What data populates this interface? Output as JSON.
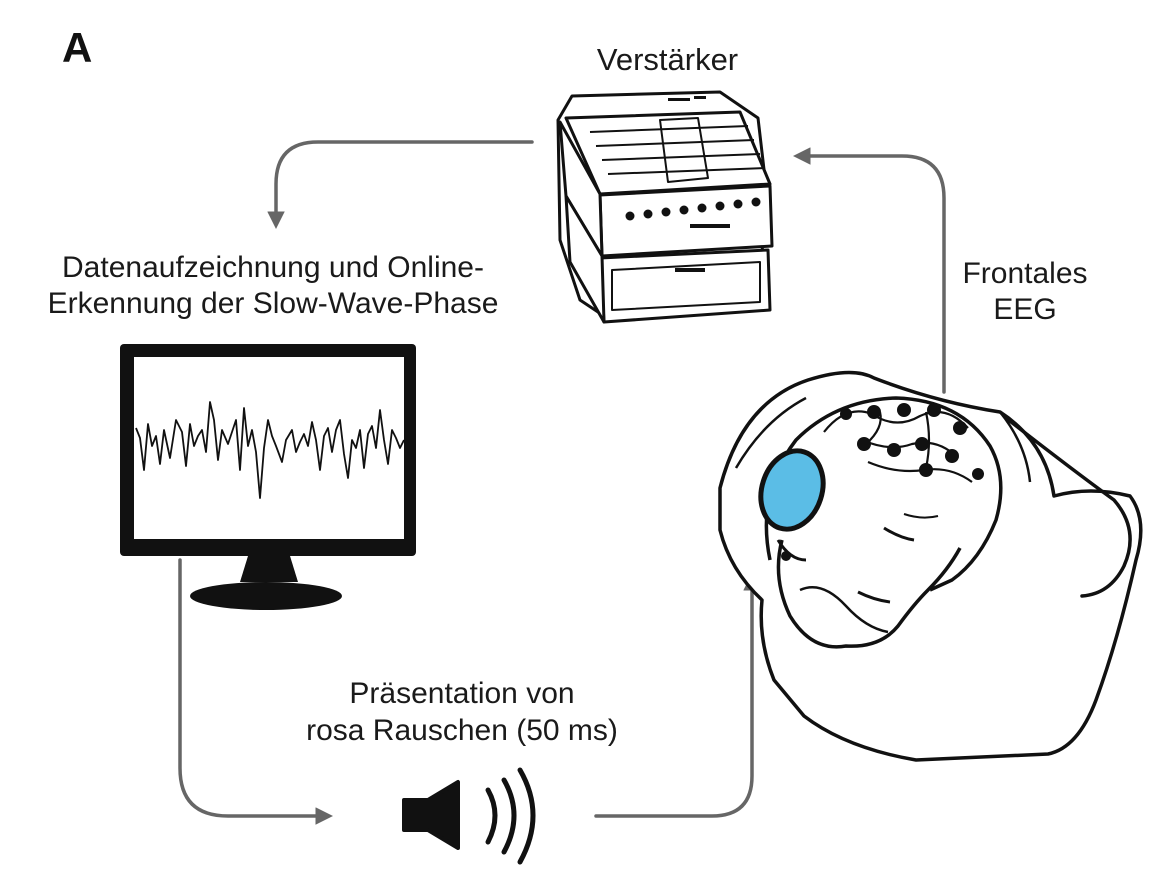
{
  "panel_label": "A",
  "labels": {
    "amplifier": "Verstärker",
    "recording_line1": "Datenaufzeichnung und Online-",
    "recording_line2": "Erkennung der Slow-Wave-Phase",
    "eeg_line1": "Frontales",
    "eeg_line2": "EEG",
    "noise_line1": "Präsentation von",
    "noise_line2": "rosa Rauschen (50 ms)"
  },
  "colors": {
    "arrow": "#666666",
    "outline": "#111111",
    "electrode_pad": "#5bbde6"
  },
  "icons": [
    "amplifier-icon",
    "monitor-icon",
    "speaker-icon",
    "sleeping-person-icon"
  ]
}
